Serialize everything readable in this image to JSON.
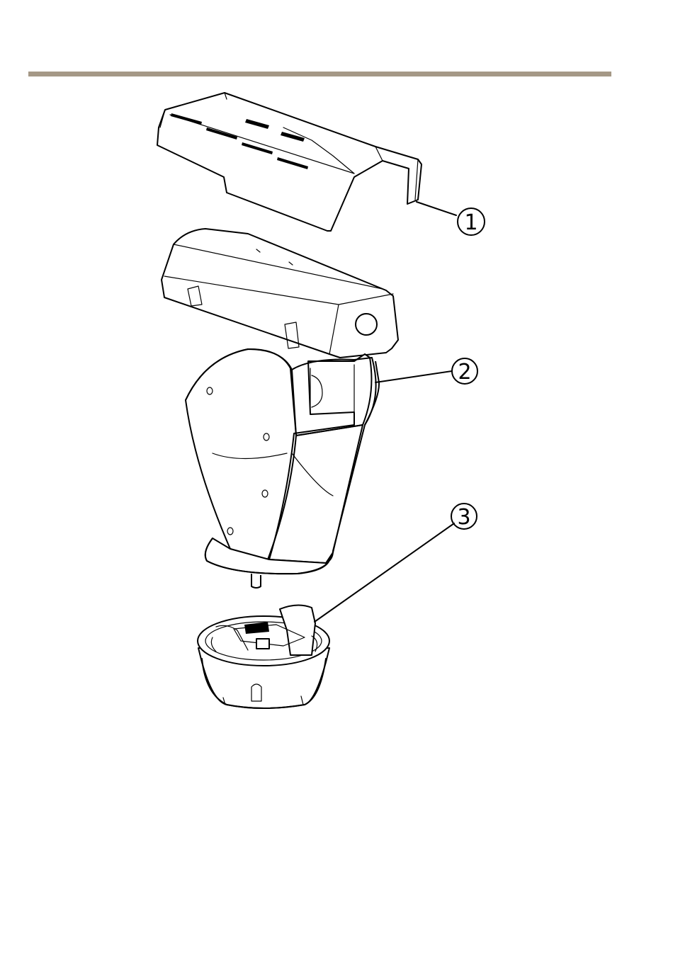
{
  "colors": {
    "rule": "#a59886",
    "line": "#000000",
    "background": "#ffffff"
  },
  "callouts": [
    {
      "label": "1"
    },
    {
      "label": "2"
    },
    {
      "label": "3"
    }
  ]
}
